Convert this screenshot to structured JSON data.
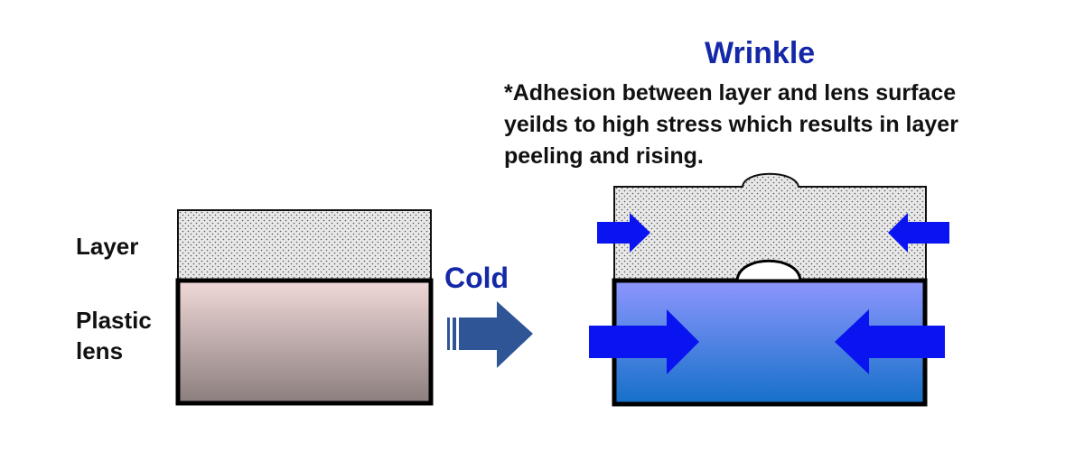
{
  "labels": {
    "layer": "Layer",
    "plastic_lens_line1": "Plastic",
    "plastic_lens_line2": "lens",
    "cold": "Cold"
  },
  "wrinkle": {
    "title": "Wrinkle",
    "note_lines": [
      "*Adhesion between layer and lens surface",
      "yeilds to high stress which results in layer",
      "peeling and rising."
    ]
  },
  "colors": {
    "title_blue": "#1428a8",
    "arrow_blue": "#0a14f0",
    "process_arrow": "#2f5597",
    "layer_fill": "#e8e8e8",
    "lens_before_top": "#f0d8d8",
    "lens_before_bottom": "#8c7e7e",
    "lens_after_top": "#8e96ff",
    "lens_after_bottom": "#1470c8"
  }
}
